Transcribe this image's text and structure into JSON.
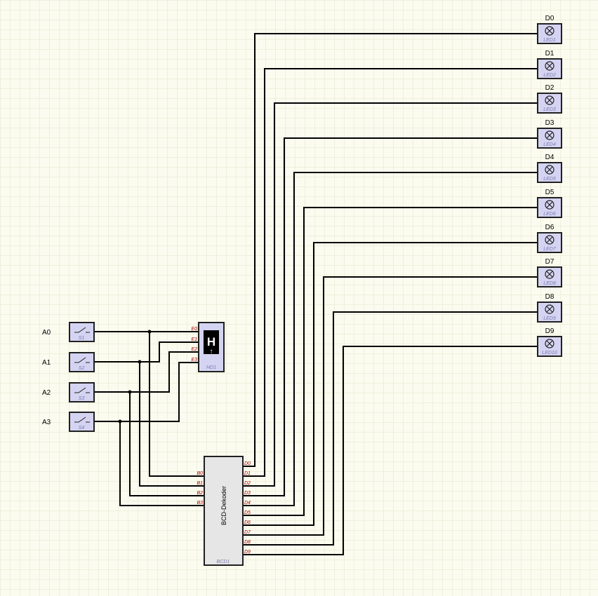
{
  "inputs": [
    {
      "label": "A0",
      "ref": "S1"
    },
    {
      "label": "A1",
      "ref": "S2"
    },
    {
      "label": "A2",
      "ref": "S3"
    },
    {
      "label": "A3",
      "ref": "S4"
    }
  ],
  "hex_display": {
    "glyph": "H",
    "arrow": "↑",
    "ref": "HD1",
    "pins": [
      "E0",
      "E1",
      "E2",
      "E3"
    ]
  },
  "decoder": {
    "title": "BCD-Dekoder",
    "ref": "BCD1",
    "inputs": [
      "B0",
      "B1",
      "B2",
      "B3"
    ],
    "outputs": [
      "D0",
      "D1",
      "D2",
      "D3",
      "D4",
      "D5",
      "D6",
      "D7",
      "D8",
      "D9"
    ]
  },
  "leds": [
    {
      "label": "D0",
      "ref": "LED1"
    },
    {
      "label": "D1",
      "ref": "LED2"
    },
    {
      "label": "D2",
      "ref": "LED3"
    },
    {
      "label": "D3",
      "ref": "LED4"
    },
    {
      "label": "D4",
      "ref": "LED5"
    },
    {
      "label": "D5",
      "ref": "LED6"
    },
    {
      "label": "D6",
      "ref": "LED7"
    },
    {
      "label": "D7",
      "ref": "LED8"
    },
    {
      "label": "D8",
      "ref": "LED9"
    },
    {
      "label": "D9",
      "ref": "LED10"
    }
  ],
  "colors": {
    "grid": "#e6e6cc",
    "component_fill": "#d4d4f2",
    "pin_label": "#a00000",
    "ref_label": "#7a7ab0"
  }
}
